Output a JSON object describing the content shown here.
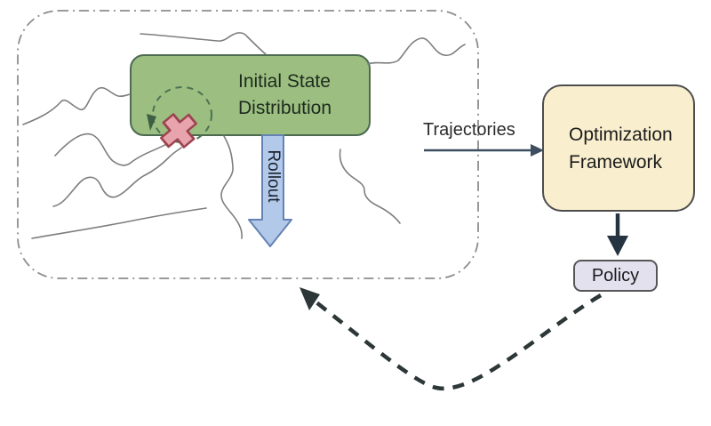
{
  "diagram": {
    "environment": {
      "boundary_style": "dash-dot rounded rectangle",
      "boundary_color": "#8d8d8d",
      "trajectory_line_color": "#7e7e7e",
      "initial_state_box": {
        "line1": "Initial State",
        "line2": "Distribution",
        "fill": "#9cbe81",
        "border": "#4c6b51"
      },
      "start_marker": {
        "icon": "x-cross-icon",
        "fill": "#e8a4ac",
        "border": "#9c4450"
      },
      "loop_circle": {
        "style": "dashed circle with arrowhead",
        "color": "#4b7350"
      },
      "rollout_arrow": {
        "label": "Rollout",
        "fill": "#b3c9e9",
        "border": "#6482b4",
        "direction": "down"
      }
    },
    "trajectories_arrow": {
      "label": "Trajectories",
      "color": "#3e4e60",
      "direction": "right"
    },
    "optimization_box": {
      "line1": "Optimization",
      "line2": "Framework",
      "fill": "#f9efcf",
      "border": "#4d4d4d"
    },
    "policy_box": {
      "label": "Policy",
      "fill": "#e4e1ef",
      "border": "#565656"
    },
    "optimization_to_policy_arrow": {
      "color": "#263442",
      "direction": "down"
    },
    "policy_feedback_arrow": {
      "style": "dashed",
      "color": "#2d3737",
      "direction": "to environment boundary"
    }
  }
}
